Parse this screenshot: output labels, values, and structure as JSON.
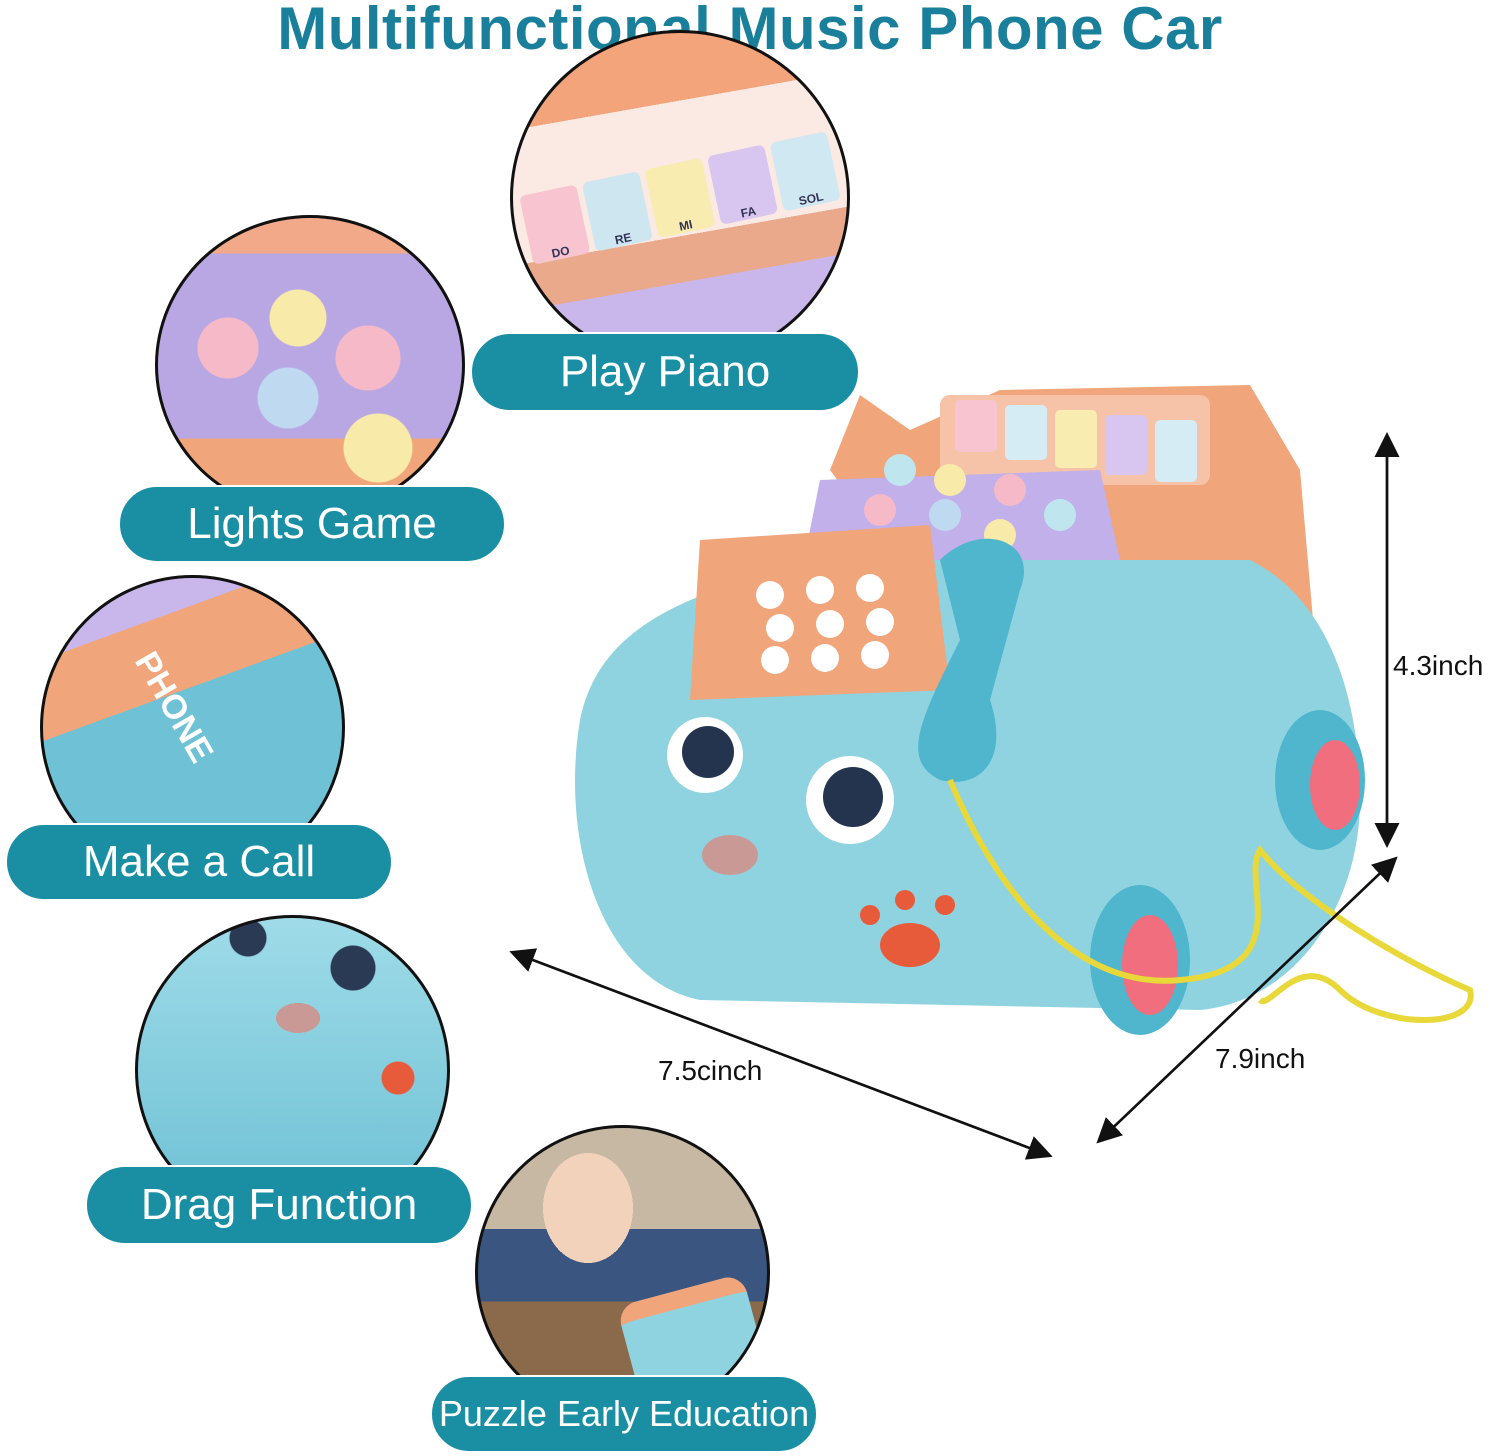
{
  "title": "Multifunctional Music Phone Car",
  "features": [
    {
      "label": "Play Piano"
    },
    {
      "label": "Lights Game"
    },
    {
      "label": "Make a Call"
    },
    {
      "label": "Drag Function"
    },
    {
      "label": "Puzzle Early Education"
    }
  ],
  "piano_keys": [
    "DO",
    "RE",
    "MI",
    "FA",
    "SOL"
  ],
  "phone_text": "PHONE",
  "dimensions": {
    "height": "4.3inch",
    "width": "7.5cinch",
    "depth": "7.9inch"
  },
  "colors": {
    "accent": "#1a8fa3",
    "title": "#1a7f9a",
    "car_body": "#8fd3e0",
    "top": "#f0a57a",
    "buttons": "#b9a7e3"
  }
}
